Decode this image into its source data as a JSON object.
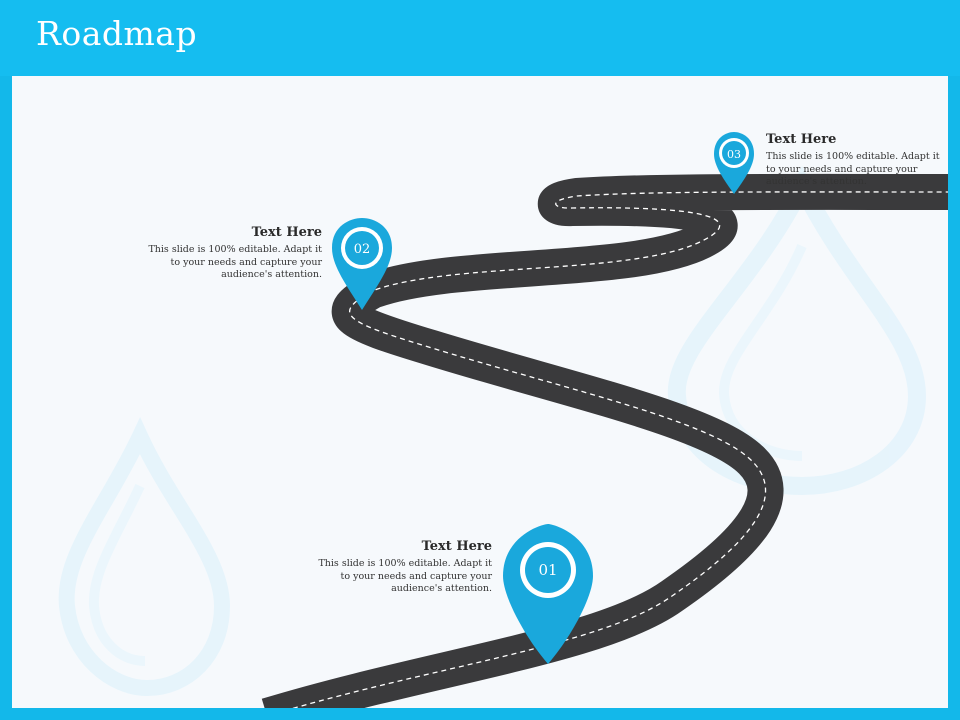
{
  "slide": {
    "title": "Roadmap"
  },
  "milestones": [
    {
      "number": "01",
      "heading": "Text Here",
      "body": "This slide is 100% editable. Adapt it to your needs and capture your audience's attention."
    },
    {
      "number": "02",
      "heading": "Text Here",
      "body": "This slide is 100% editable. Adapt it to your needs and capture your audience's attention."
    },
    {
      "number": "03",
      "heading": "Text Here",
      "body": "This slide is 100% editable. Adapt it to your needs and capture your audience's attention."
    }
  ],
  "colors": {
    "header": "#15bdf0",
    "panel": "#f6f9fc",
    "road": "#3a3a3c",
    "pin": "#1aa8dc",
    "lane": "#ffffff"
  },
  "icons": [
    "map-pin-icon",
    "water-drop-icon"
  ]
}
